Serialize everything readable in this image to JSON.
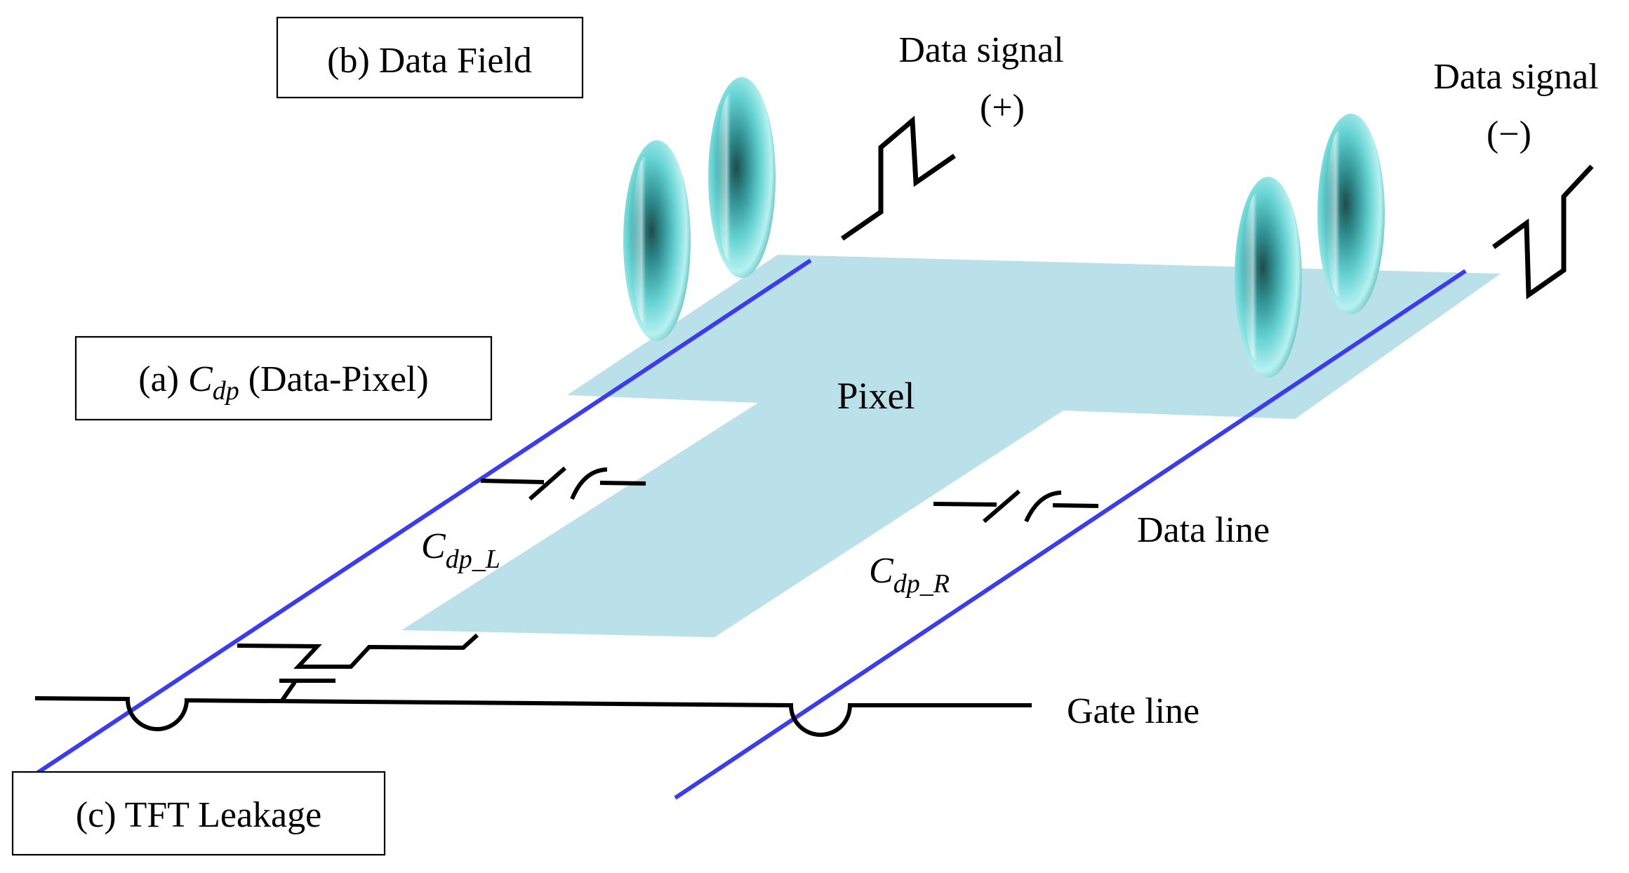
{
  "labels": {
    "data_field": "(b) Data Field",
    "cdp_prefix": "(a) ",
    "cdp_symbol": "C",
    "cdp_subscript": "dp",
    "cdp_suffix": " (Data-Pixel)",
    "tft_leakage": "(c) TFT Leakage",
    "data_signal_pos": "Data signal",
    "data_signal_pos_sign": "(+)",
    "data_signal_neg": "Data signal",
    "data_signal_neg_sign": "(−)",
    "pixel": "Pixel",
    "cdp_l_symbol": "C",
    "cdp_l_subscript": "dp_L",
    "cdp_r_symbol": "C",
    "cdp_r_subscript": "dp_R",
    "data_line": "Data line",
    "gate_line": "Gate line"
  },
  "colors": {
    "pixel_fill": "#aedbe6",
    "data_line": "#3b3bf0",
    "wire": "#000000",
    "lc_molecule": "#5ec8c8"
  }
}
